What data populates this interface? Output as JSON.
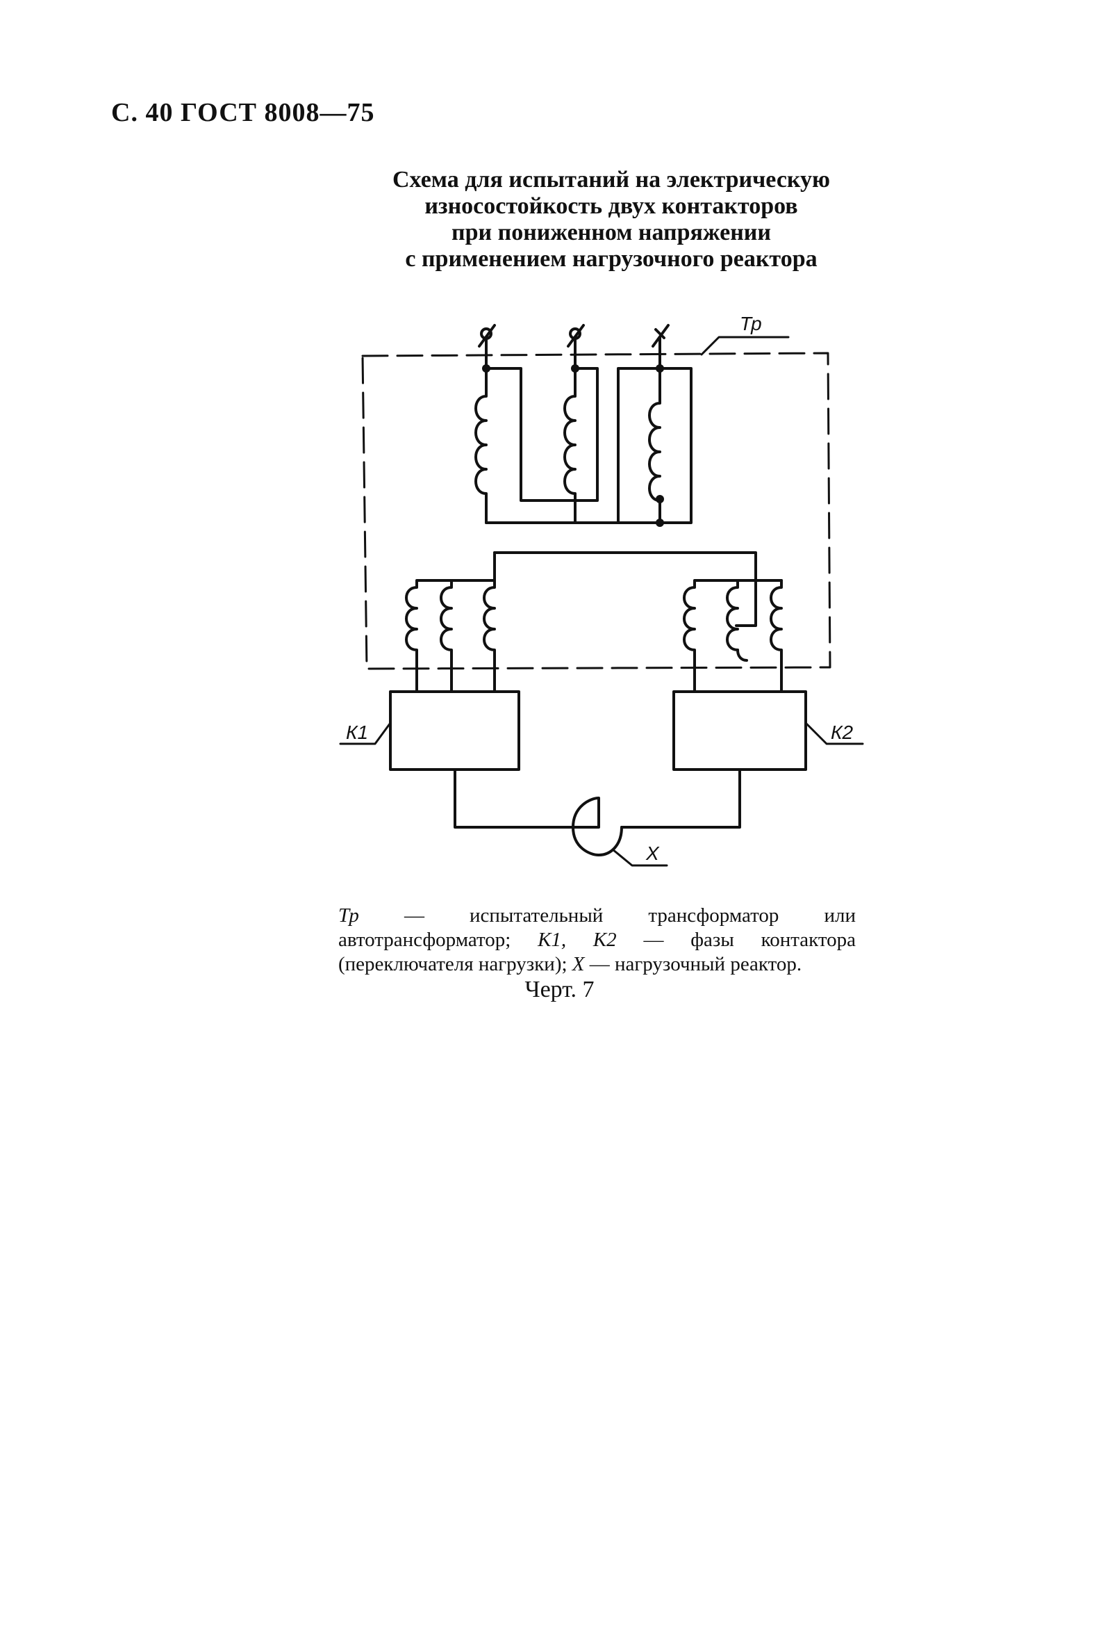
{
  "header": {
    "text": "С. 40 ГОСТ 8008—75"
  },
  "figure": {
    "title_lines": [
      "Схема для испытаний на электрическую",
      "износостойкость двух контакторов",
      "при пониженном напряжении",
      "с применением нагрузочного реактора"
    ],
    "labels": {
      "transformer": "Тр",
      "contactor_1": "К1",
      "contactor_2": "К2",
      "reactor": "Х"
    },
    "caption": "Черт. 7"
  },
  "legend": {
    "tp_symbol": "Тр",
    "tp_desc": " — испытательный трансформатор или автотрансформатор; ",
    "k_symbols": "К1, К2",
    "k_desc": " — фазы контактора (переключателя нагрузки); ",
    "x_symbol": "Х",
    "x_desc": " — нагрузочный реактор."
  }
}
